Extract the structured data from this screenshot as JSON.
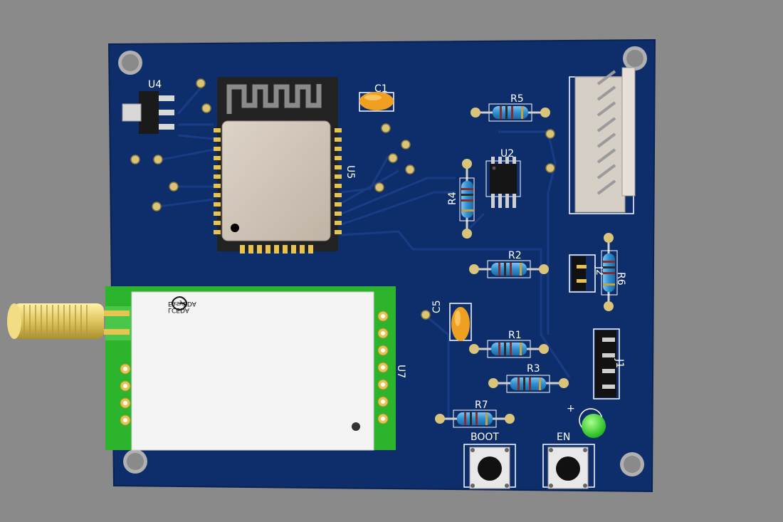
{
  "board": {
    "labels": {
      "u4": "U4",
      "c1": "C1",
      "r5": "R5",
      "u2": "U2",
      "u5": "U5",
      "r4": "R4",
      "r2": "R2",
      "j2": "J2",
      "r6": "R6",
      "c5": "C5",
      "r1": "R1",
      "r3": "R3",
      "j1": "J1",
      "u7": "U7",
      "r7": "R7",
      "boot": "BOOT",
      "en": "EN",
      "plus": "+"
    },
    "logo": {
      "line1": "LCEDA",
      "line2": "EasyEDA"
    },
    "colors": {
      "background": "#8a8a8a",
      "pcb": "#0e2d6b",
      "trace": "#163a80",
      "pad": "#d9c47a",
      "module_green": "#2cb52c",
      "led": "#1fd31f",
      "capacitor": "#f0a020",
      "resistor": "#2e9ad6"
    }
  }
}
